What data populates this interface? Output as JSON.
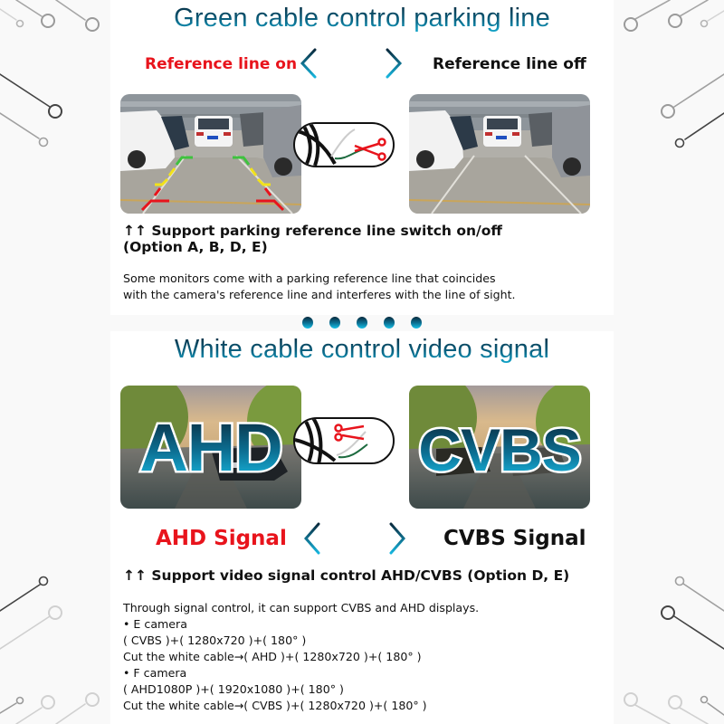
{
  "section1": {
    "title": "Green cable control parking line",
    "left_label": "Reference line on",
    "right_label": "Reference line off",
    "support_line1": "↑↑ Support parking reference line switch on/off",
    "support_line2": "(Option A, B, D, E)",
    "description_line1": "Some monitors come with a parking reference line that coincides",
    "description_line2": "with the camera's reference line and interferes with the line of sight.",
    "left_image": "parking-lot-with-reference-lines",
    "right_image": "parking-lot-without-reference-lines",
    "cable_icon": "green-cable-scissors-icon"
  },
  "divider": {
    "dot_count": 5
  },
  "section2": {
    "title": "White cable control video signal",
    "left_image_text": "AHD",
    "right_image_text": "CVBS",
    "left_label": "AHD Signal",
    "right_label": "CVBS Signal",
    "support_line": "↑↑ Support video signal control AHD/CVBS (Option D, E)",
    "cable_icon": "white-cable-scissors-icon",
    "description": [
      "Through signal control, it can support CVBS and AHD displays.",
      "• E camera",
      "( CVBS )+( 1280x720 )+( 180° )",
      "Cut the white cable→( AHD )+( 1280x720 )+( 180° )",
      "• F camera",
      "( AHD1080P )+( 1920x1080 )+( 180° )",
      "Cut the white cable→( CVBS )+( 1280x720 )+( 180° )"
    ]
  },
  "colors": {
    "title_gradient_top": "#0a2a3d",
    "title_gradient_bottom": "#13aed4",
    "highlight_red": "#e8141c",
    "text_dark": "#111111",
    "background": "#f9f9f9",
    "panel": "#ffffff"
  }
}
